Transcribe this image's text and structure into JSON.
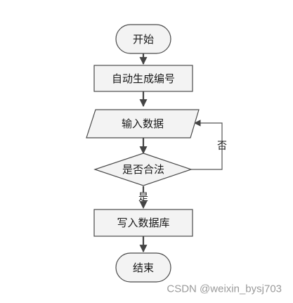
{
  "nodes": {
    "start": "开始",
    "generate": "自动生成编号",
    "input": "输入数据",
    "decision": "是否合法",
    "write": "写入数据库",
    "end": "结束"
  },
  "edges": {
    "no_label": "否",
    "yes_label": "是"
  },
  "watermark": "CSDN @weixin_bysj703"
}
